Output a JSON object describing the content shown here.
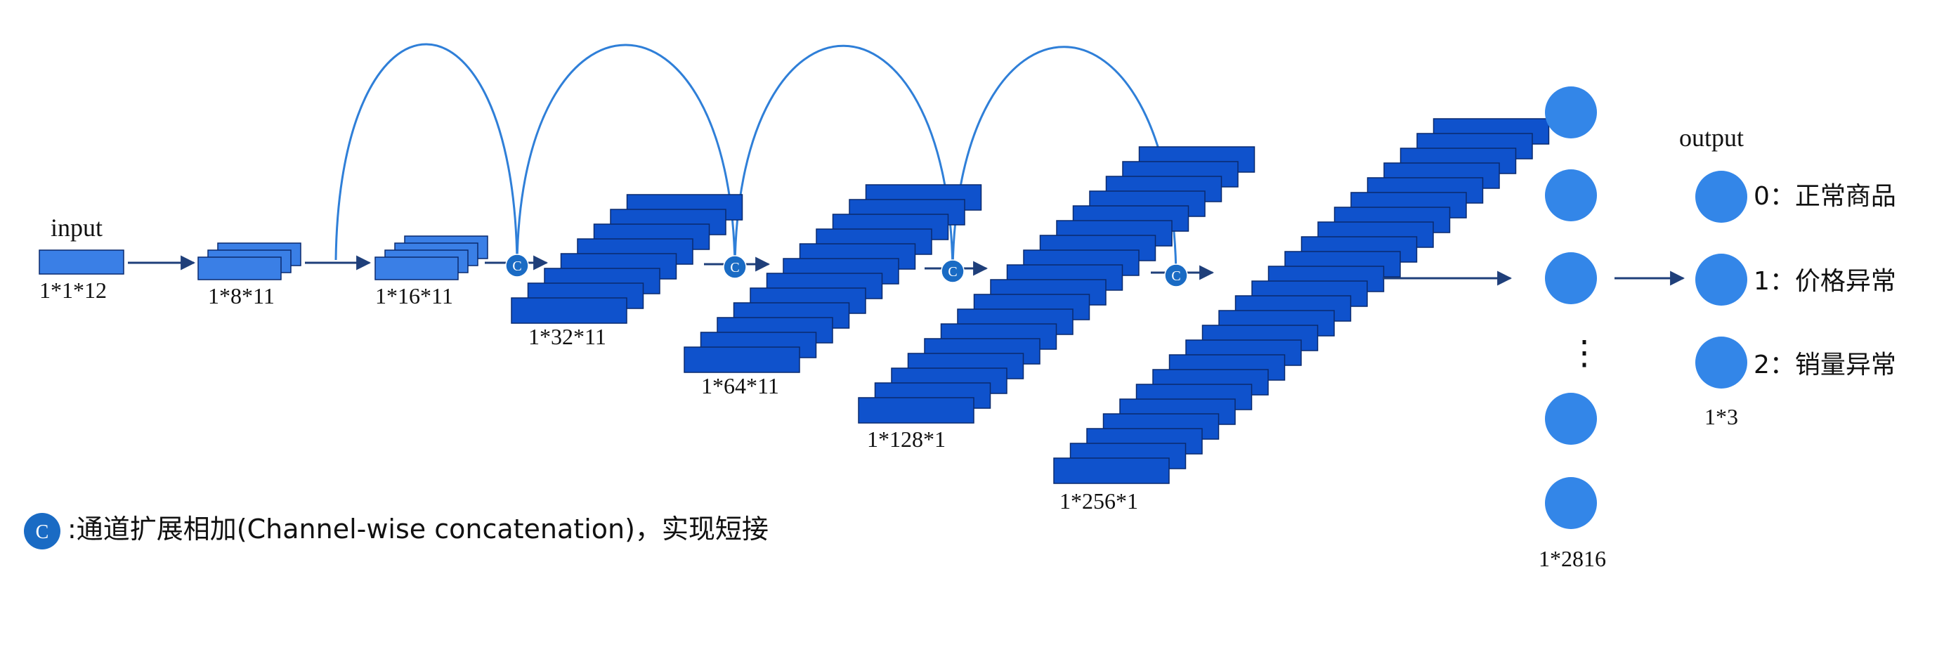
{
  "colors": {
    "layer_fill_light": "#3a7fe6",
    "layer_fill_dark": "#0f52cc",
    "layer_stroke": "#0a2a6e",
    "arc": "#2f7fd8",
    "arrow": "#1f3f7a",
    "node": "#3386e8",
    "concat_badge": "#1a6bc4"
  },
  "input_label": "input",
  "output_label": "output",
  "concat_symbol": "C",
  "legend": {
    "symbol": "C",
    "text": ":通道扩展相加(Channel-wise concatenation)，实现短接"
  },
  "layers": [
    {
      "id": "input",
      "shape": "1*1*12",
      "stack_count": 1
    },
    {
      "id": "conv1",
      "shape": "1*8*11",
      "stack_count": 3
    },
    {
      "id": "conv2",
      "shape": "1*16*11",
      "stack_count": 4
    },
    {
      "id": "conv3",
      "shape": "1*32*11",
      "stack_count": 8
    },
    {
      "id": "conv4",
      "shape": "1*64*11",
      "stack_count": 12
    },
    {
      "id": "conv5",
      "shape": "1*128*1",
      "stack_count": 18
    },
    {
      "id": "conv6",
      "shape": "1*256*1",
      "stack_count": 24
    }
  ],
  "fully_connected": {
    "shape": "1*2816",
    "ellipsis": "⋮"
  },
  "outputs": {
    "shape": "1*3",
    "classes": [
      "0：正常商品",
      "1：价格异常",
      "2：销量异常"
    ]
  }
}
